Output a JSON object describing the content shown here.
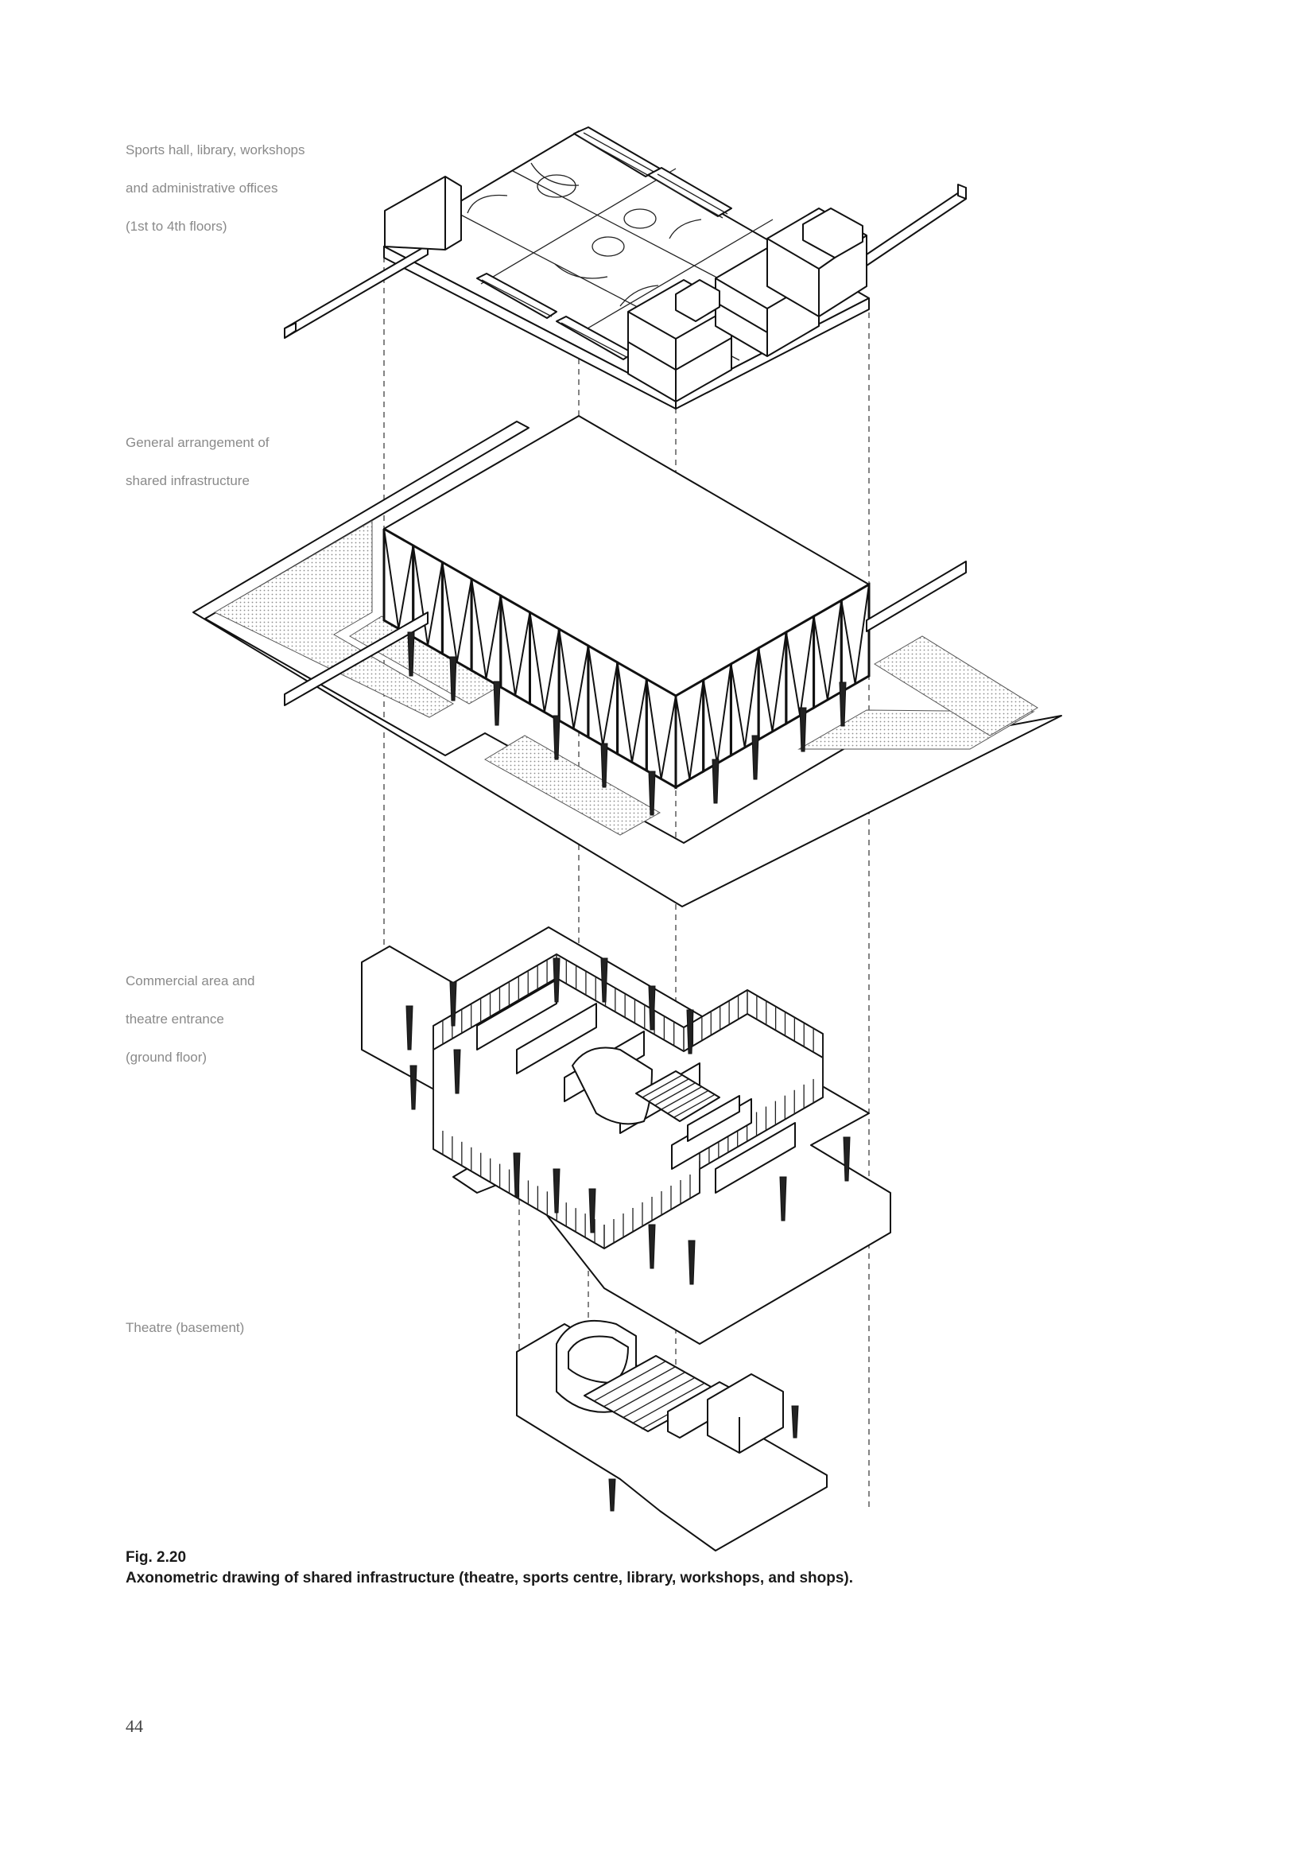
{
  "labels": {
    "top": [
      "Sports hall, library, workshops",
      "and administrative offices",
      "(1st to 4th floors)"
    ],
    "shared": [
      "General arrangement of",
      "shared infrastructure"
    ],
    "ground": [
      "Commercial area and",
      "theatre entrance",
      "(ground floor)"
    ],
    "theatre": [
      "Theatre (basement)"
    ]
  },
  "caption": {
    "number": "Fig. 2.20",
    "text": "Axonometric drawing of shared infrastructure (theatre, sports centre, library, workshops, and shops)."
  },
  "page_number": "44"
}
